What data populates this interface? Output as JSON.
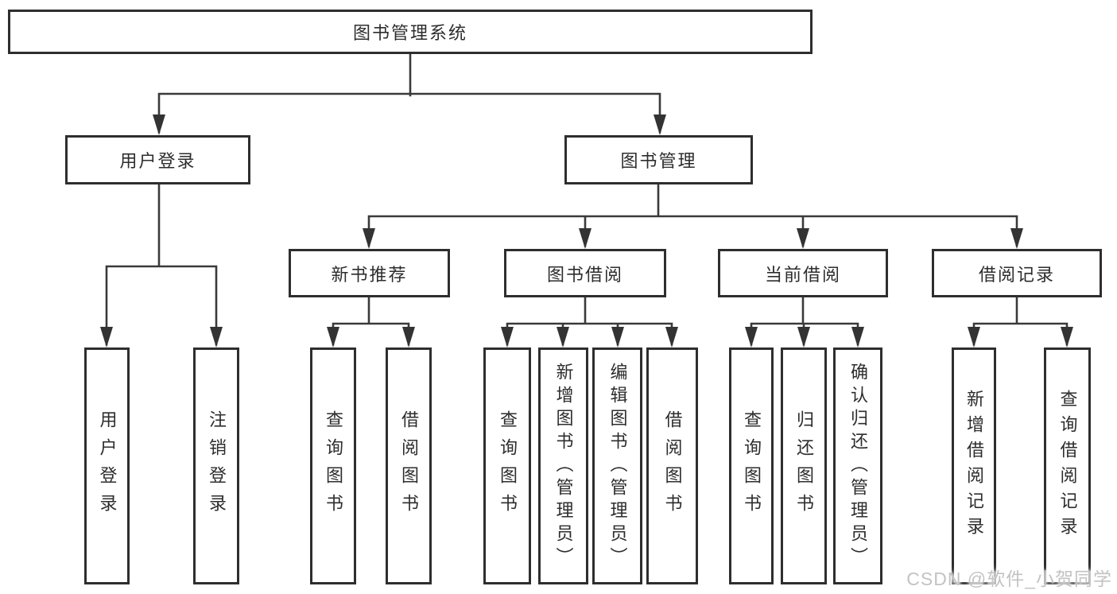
{
  "diagram": {
    "root": {
      "label": "图书管理系统"
    },
    "branches": [
      {
        "label": "用户登录",
        "leaves": [
          {
            "label": "用户登录"
          },
          {
            "label": "注销登录"
          }
        ]
      },
      {
        "label": "图书管理",
        "sections": [
          {
            "label": "新书推荐",
            "leaves": [
              {
                "label": "查询图书"
              },
              {
                "label": "借阅图书"
              }
            ]
          },
          {
            "label": "图书借阅",
            "leaves": [
              {
                "label": "查询图书"
              },
              {
                "label": "新增图书（管理员）"
              },
              {
                "label": "编辑图书（管理员）"
              },
              {
                "label": "借阅图书"
              }
            ]
          },
          {
            "label": "当前借阅",
            "leaves": [
              {
                "label": "查询图书"
              },
              {
                "label": "归还图书"
              },
              {
                "label": "确认归还（管理员）"
              }
            ]
          },
          {
            "label": "借阅记录",
            "leaves": [
              {
                "label": "新增借阅记录"
              },
              {
                "label": "查询借阅记录"
              }
            ]
          }
        ]
      }
    ],
    "colors": {
      "line": "#3a3a3a",
      "border": "#2e2e2e",
      "text": "#2d2d2d",
      "background": "#ffffff",
      "watermark": "#c3c3c3"
    }
  },
  "watermark": {
    "text": "CSDN @软件_小贺同学"
  }
}
